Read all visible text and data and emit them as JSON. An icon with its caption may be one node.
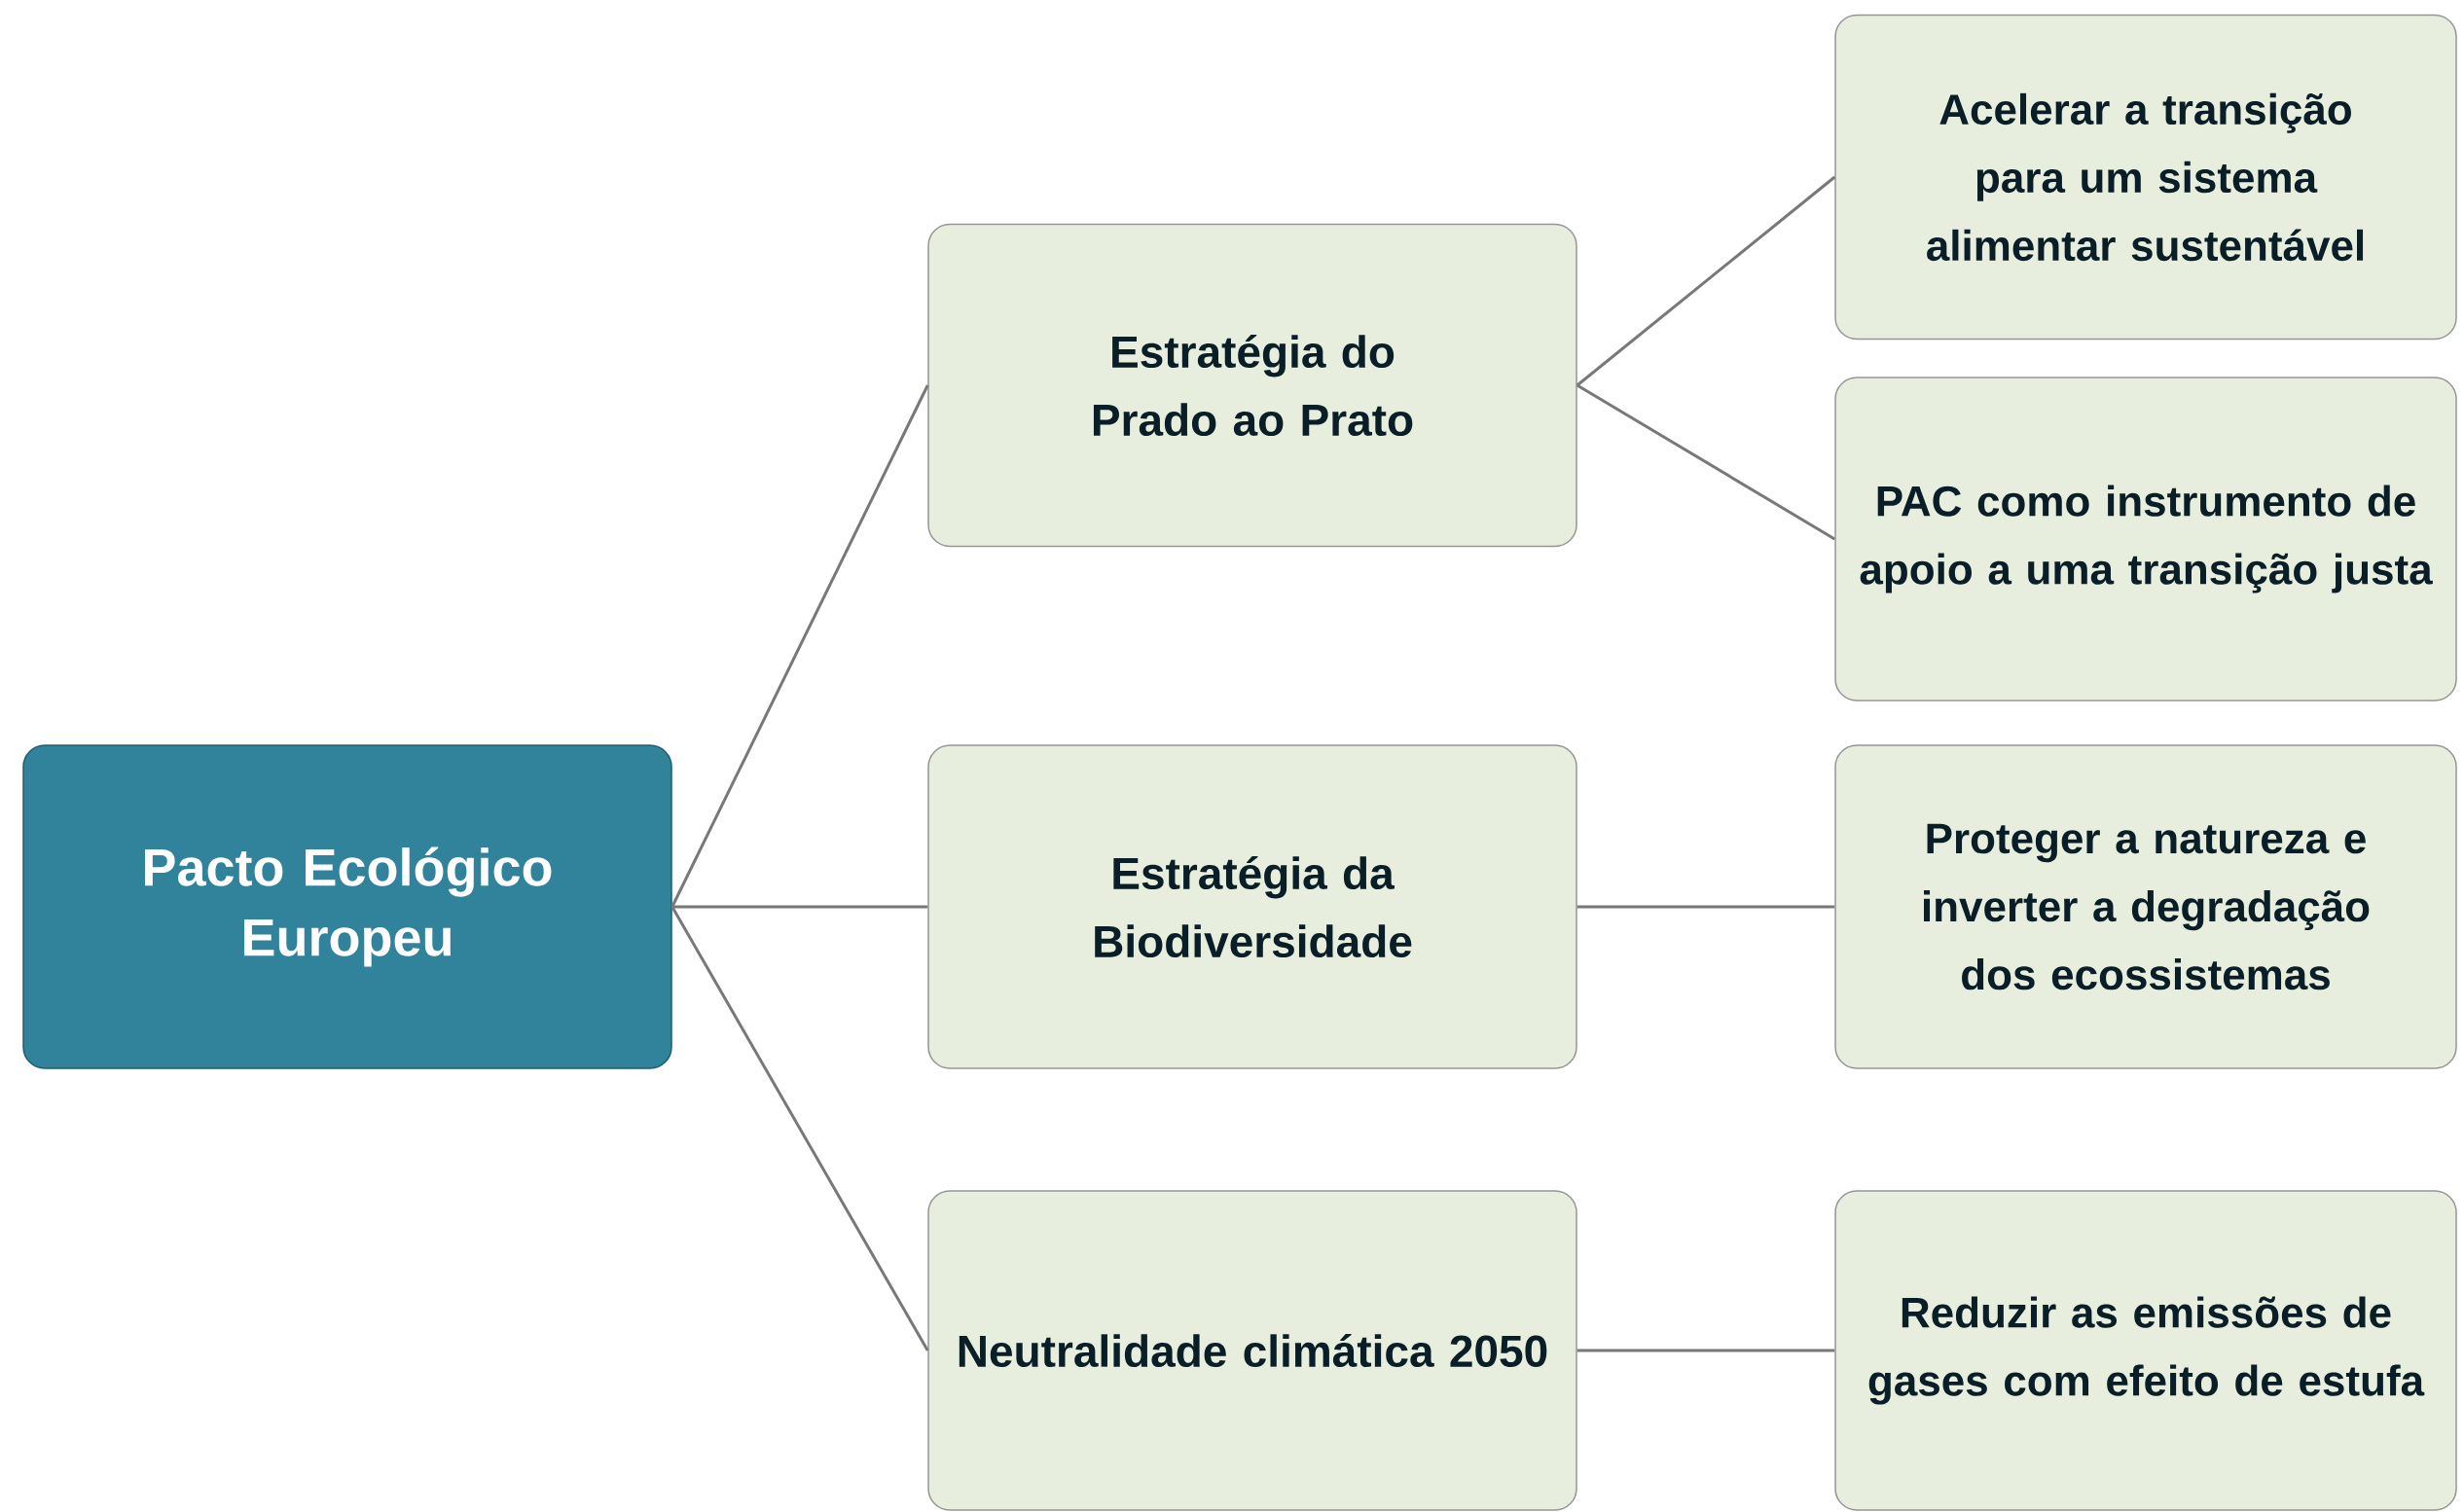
{
  "diagram": {
    "nodes": [
      {
        "text": [
          "Pacto Ecológico Europeu"
        ]
      },
      {
        "text": [
          "Estratégia do Prado ao Prato"
        ]
      },
      {
        "text": [
          "Estratégia da Biodiversidade"
        ]
      },
      {
        "text": [
          "Neutralidade climática 2050"
        ]
      },
      {
        "text": [
          "Acelerar a transição para um sistema alimentar sustentável"
        ]
      },
      {
        "text": [
          "PAC como instrumento de apoio a uma transição justa"
        ]
      },
      {
        "text": [
          "Proteger a natureza e inverter a degradação dos ecossistemas"
        ]
      },
      {
        "text": [
          "Reduzir as emissões de gases com efeito de estufa"
        ]
      }
    ],
    "edges": [
      {
        "from": 0,
        "to": 1,
        "arrow": "none"
      },
      {
        "from": 0,
        "to": 2,
        "arrow": "none"
      },
      {
        "from": 0,
        "to": 3,
        "arrow": "none"
      },
      {
        "from": 1,
        "to": 4,
        "arrow": "none"
      },
      {
        "from": 1,
        "to": 5,
        "arrow": "none"
      },
      {
        "from": 2,
        "to": 6,
        "arrow": "none"
      },
      {
        "from": 3,
        "to": 7,
        "arrow": "none"
      }
    ]
  }
}
